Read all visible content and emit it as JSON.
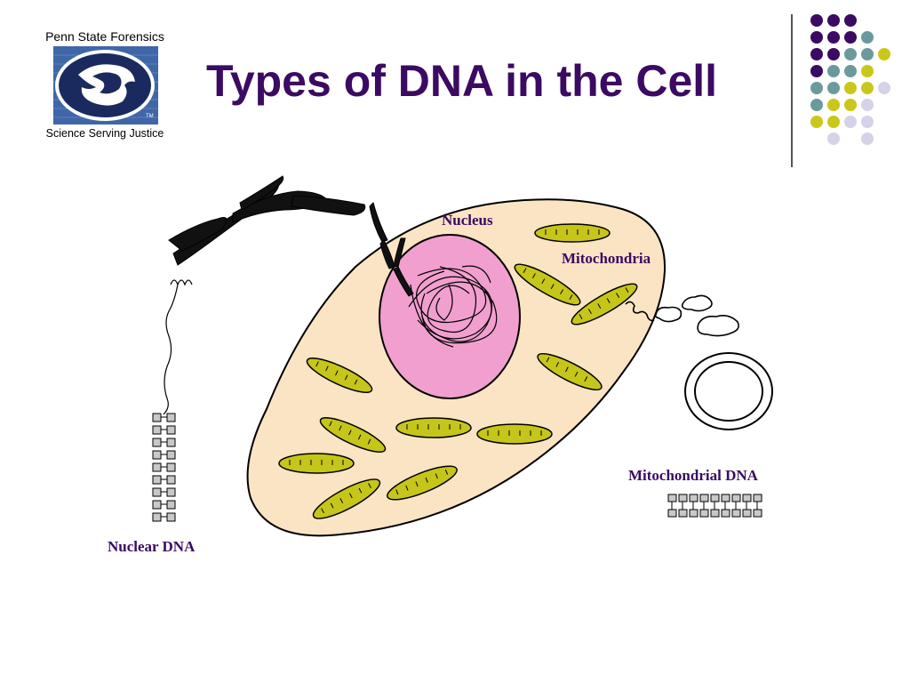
{
  "logo": {
    "top_text": "Penn State Forensics",
    "bottom_text": "Science Serving Justice",
    "tm": "TM",
    "colors": {
      "box": "#3f67a8",
      "emblem": "#1b2a5e"
    }
  },
  "slide": {
    "title": "Types of DNA in the Cell"
  },
  "decor": {
    "palette": {
      "purple": "#3b0a62",
      "teal": "#6b9a9c",
      "yellow": "#c9c81a",
      "lavender": "#d4d3e8"
    }
  },
  "labels": {
    "nucleus": "Nucleus",
    "mitochondria": "Mitochondria",
    "mitochondrial_dna": "Mitochondrial DNA",
    "nuclear_dna": "Nuclear DNA"
  },
  "colors": {
    "cell": "#fbe4c4",
    "nucleus": "#f19fcf",
    "mitochondrion": "#c6c51a",
    "label": "#3b0a62",
    "dna_block": "#c8c8c8"
  }
}
